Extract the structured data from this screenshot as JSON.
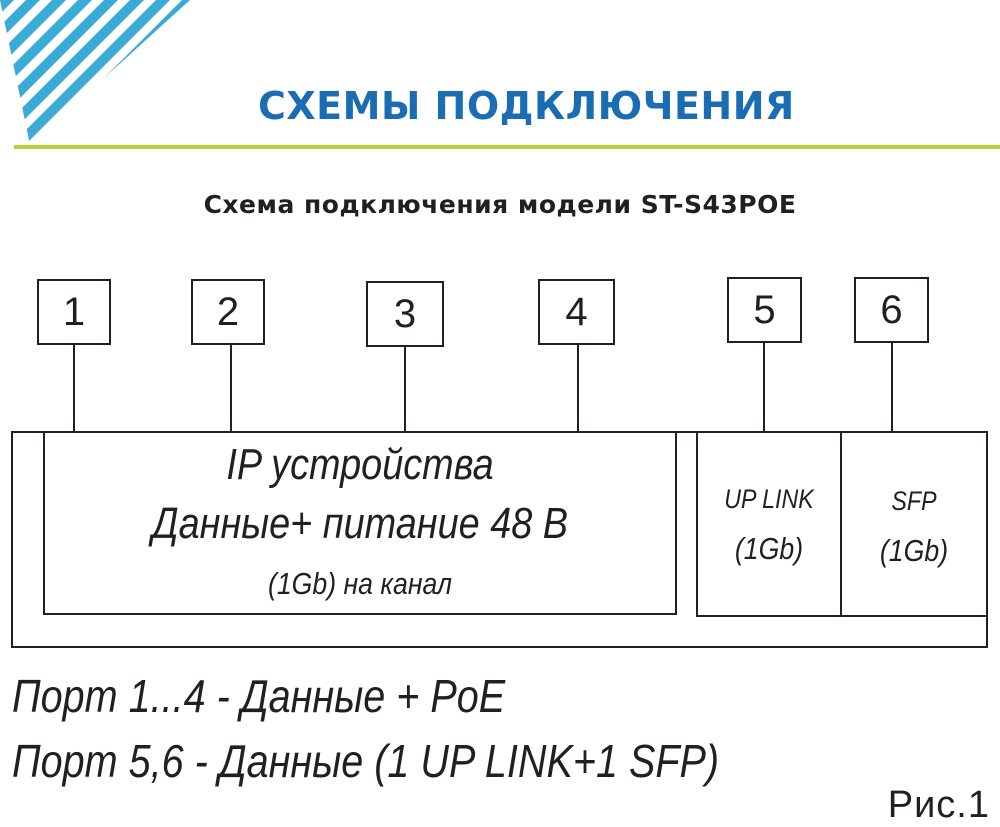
{
  "header": {
    "section_title": "СХЕМЫ ПОДКЛЮЧЕНИЯ",
    "accent_color": "#1b6db3",
    "rule_color": "#b6cf3c",
    "stripe_color": "#3aaad6"
  },
  "figure": {
    "title": "Схема подключения модели ST-S43POE",
    "port_numbers": [
      "1",
      "2",
      "3",
      "4",
      "5",
      "6"
    ],
    "poe_block": {
      "line1": "IP устройства",
      "line2": "Данные+ питание 48 В",
      "line3": "(1Gb) на канал"
    },
    "uplink_block": {
      "line1": "UP LINK",
      "line2": "(1Gb)"
    },
    "sfp_block": {
      "line1": "SFP",
      "line2": "(1Gb)"
    },
    "note1": "Порт 1...4 - Данные + PoE",
    "note2": "Порт 5,6 - Данные (1 UP LINK+1 SFP)",
    "figure_number": "Рис.1"
  }
}
